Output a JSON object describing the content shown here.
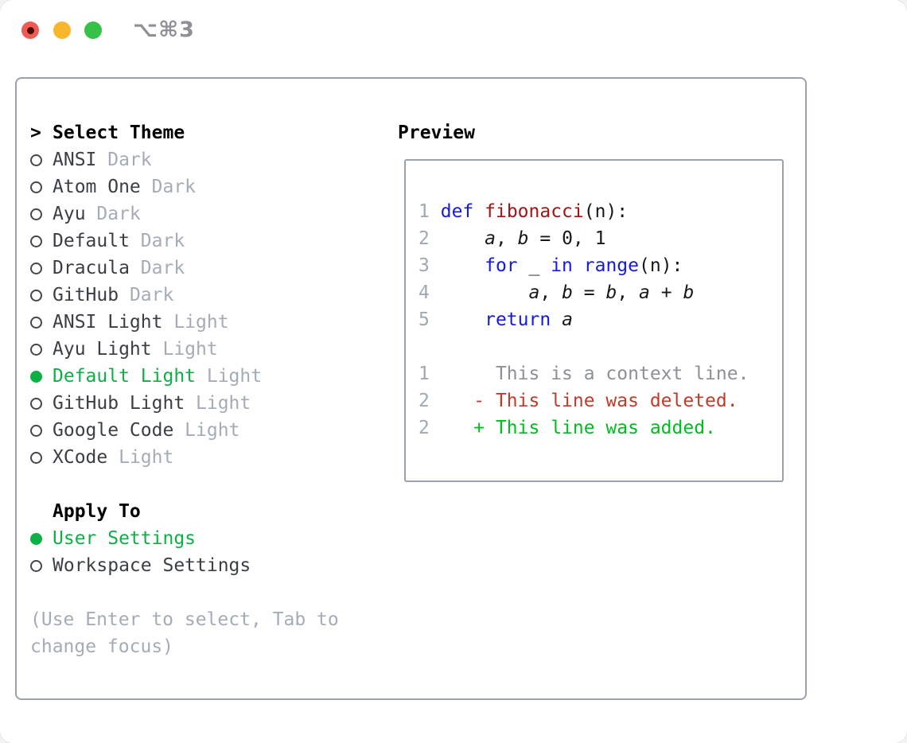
{
  "window": {
    "title": "⌥⌘3",
    "traffic_lights": {
      "close_color": "#ef5b52",
      "close_dot_color": "#4b0b04",
      "minimize_color": "#f8b62d",
      "zoom_color": "#36c148"
    }
  },
  "theme_panel": {
    "caret": ">",
    "header": "Select Theme",
    "items": [
      {
        "name": "ANSI",
        "variant": "Dark",
        "selected": false
      },
      {
        "name": "Atom One",
        "variant": "Dark",
        "selected": false
      },
      {
        "name": "Ayu",
        "variant": "Dark",
        "selected": false
      },
      {
        "name": "Default",
        "variant": "Dark",
        "selected": false
      },
      {
        "name": "Dracula",
        "variant": "Dark",
        "selected": false
      },
      {
        "name": "GitHub",
        "variant": "Dark",
        "selected": false
      },
      {
        "name": "ANSI Light",
        "variant": "Light",
        "selected": false
      },
      {
        "name": "Ayu Light",
        "variant": "Light",
        "selected": false
      },
      {
        "name": "Default Light",
        "variant": "Light",
        "selected": true
      },
      {
        "name": "GitHub Light",
        "variant": "Light",
        "selected": false
      },
      {
        "name": "Google Code",
        "variant": "Light",
        "selected": false
      },
      {
        "name": "XCode",
        "variant": "Light",
        "selected": false
      }
    ]
  },
  "apply_panel": {
    "header": "Apply To",
    "options": [
      {
        "label": "User Settings",
        "selected": true
      },
      {
        "label": "Workspace Settings",
        "selected": false
      }
    ]
  },
  "hint": "(Use Enter to select, Tab to change focus)",
  "preview": {
    "header": "Preview",
    "code_lines": [
      {
        "num": "1",
        "segments": [
          {
            "t": "def",
            "c": "kw"
          },
          {
            "t": " ",
            "c": ""
          },
          {
            "t": "fibonacci",
            "c": "fn"
          },
          {
            "t": "(n):",
            "c": ""
          }
        ]
      },
      {
        "num": "2",
        "segments": [
          {
            "t": "    ",
            "c": ""
          },
          {
            "t": "a",
            "c": "var"
          },
          {
            "t": ", ",
            "c": ""
          },
          {
            "t": "b",
            "c": "var"
          },
          {
            "t": " = 0, 1",
            "c": ""
          }
        ]
      },
      {
        "num": "3",
        "segments": [
          {
            "t": "    ",
            "c": ""
          },
          {
            "t": "for",
            "c": "kw"
          },
          {
            "t": " _ ",
            "c": ""
          },
          {
            "t": "in",
            "c": "kw"
          },
          {
            "t": " ",
            "c": ""
          },
          {
            "t": "range",
            "c": "kw"
          },
          {
            "t": "(n):",
            "c": ""
          }
        ]
      },
      {
        "num": "4",
        "segments": [
          {
            "t": "        ",
            "c": ""
          },
          {
            "t": "a",
            "c": "var"
          },
          {
            "t": ", ",
            "c": ""
          },
          {
            "t": "b",
            "c": "var"
          },
          {
            "t": " = ",
            "c": ""
          },
          {
            "t": "b",
            "c": "var"
          },
          {
            "t": ", ",
            "c": ""
          },
          {
            "t": "a",
            "c": "var"
          },
          {
            "t": " + ",
            "c": ""
          },
          {
            "t": "b",
            "c": "var"
          }
        ]
      },
      {
        "num": "5",
        "segments": [
          {
            "t": "    ",
            "c": ""
          },
          {
            "t": "return",
            "c": "kw"
          },
          {
            "t": " ",
            "c": ""
          },
          {
            "t": "a",
            "c": "var"
          }
        ]
      }
    ],
    "diff_lines": [
      {
        "num": "1",
        "text": "     This is a context line.",
        "kind": "context"
      },
      {
        "num": "2",
        "text": "   - This line was deleted.",
        "kind": "deleted"
      },
      {
        "num": "2",
        "text": "   + This line was added.",
        "kind": "added"
      }
    ]
  },
  "colors": {
    "selected_green": "#0cb044",
    "keyword_blue": "#1618ea",
    "function_red": "#a31515",
    "deleted_red": "#c23a28",
    "added_green": "#00bd1f",
    "context_gray": "#8b9197",
    "line_number_gray": "#9fa9b4",
    "muted_gray": "#a4acb8",
    "item_text": "#3a3e45",
    "border_gray": "#9aa2ab"
  }
}
